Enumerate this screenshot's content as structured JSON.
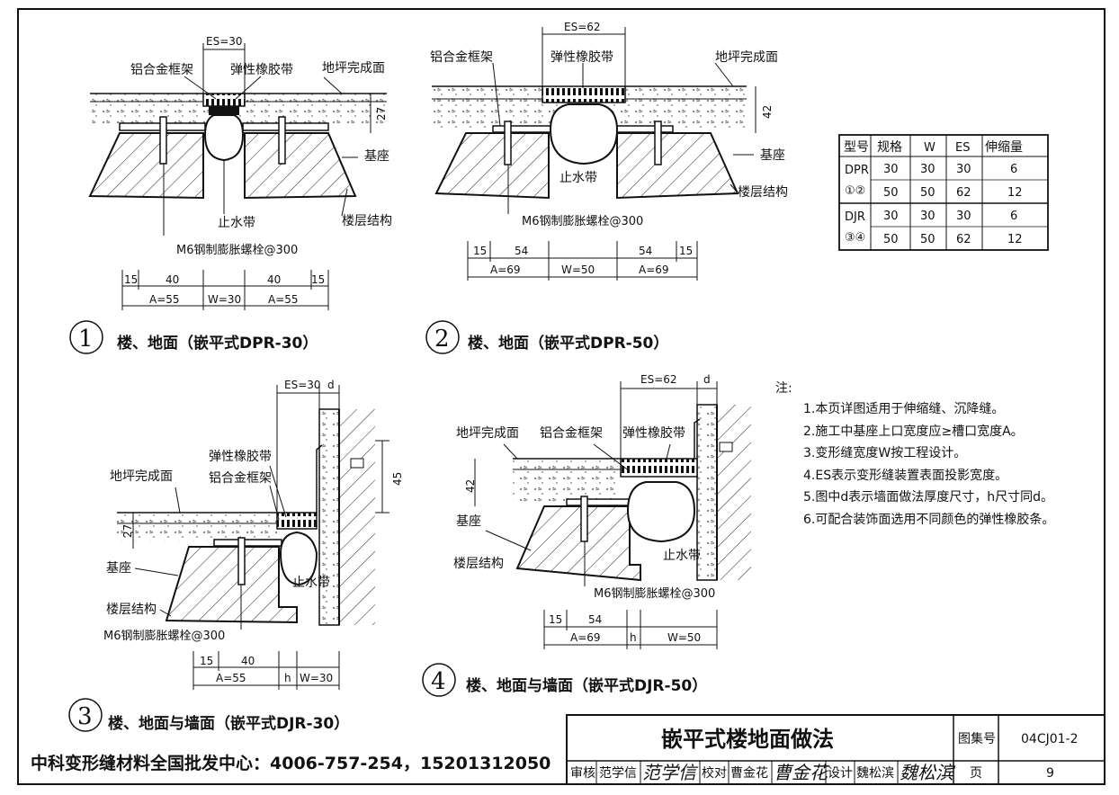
{
  "detail1": {
    "es": "ES=30",
    "frame": "铝合金框架",
    "rubber": "弹性橡胶带",
    "floor_finish": "地坪完成面",
    "depth": "27",
    "base": "基座",
    "waterstop": "止水带",
    "structure": "楼层结构",
    "bolt": "M6钢制膨胀螺栓@300",
    "dims": [
      "15",
      "40",
      "A=55",
      "W=30",
      "40",
      "A=55",
      "15"
    ],
    "number": "1",
    "caption": "楼、地面（嵌平式DPR-30）"
  },
  "detail2": {
    "es": "ES=62",
    "frame": "铝合金框架",
    "rubber": "弹性橡胶带",
    "floor_finish": "地坪完成面",
    "depth": "42",
    "base": "基座",
    "waterstop": "止水带",
    "structure": "楼层结构",
    "bolt": "M6钢制膨胀螺栓@300",
    "dims": [
      "15",
      "54",
      "A=69",
      "W=50",
      "54",
      "A=69",
      "15"
    ],
    "number": "2",
    "caption": "楼、地面（嵌平式DPR-50）"
  },
  "detail3": {
    "es": "ES=30",
    "d": "d",
    "rubber": "弹性橡胶带",
    "frame": "铝合金框架",
    "floor_finish": "地坪完成面",
    "depth": "27",
    "wall_height": "45",
    "base": "基座",
    "waterstop": "止水带",
    "structure": "楼层结构",
    "bolt": "M6钢制膨胀螺栓@300",
    "dims": [
      "15",
      "40",
      "A=55",
      "h",
      "W=30"
    ],
    "number": "3",
    "caption": "楼、地面与墙面（嵌平式DJR-30）"
  },
  "detail4": {
    "es": "ES=62",
    "d": "d",
    "floor_finish": "地坪完成面",
    "frame": "铝合金框架",
    "rubber": "弹性橡胶带",
    "depth": "42",
    "base": "基座",
    "structure": "楼层结构",
    "waterstop": "止水带",
    "bolt": "M6钢制膨胀螺栓@300",
    "dims": [
      "15",
      "54",
      "A=69",
      "h",
      "W=50"
    ],
    "number": "4",
    "caption": "楼、地面与墙面（嵌平式DJR-50）"
  },
  "table": {
    "headers": [
      "型号",
      "规格",
      "W",
      "ES",
      "伸缩量"
    ],
    "groups": [
      {
        "model": "DPR",
        "refs": "①②",
        "rows": [
          [
            "30",
            "30",
            "30",
            "6"
          ],
          [
            "50",
            "50",
            "62",
            "12"
          ]
        ]
      },
      {
        "model": "DJR",
        "refs": "③④",
        "rows": [
          [
            "30",
            "30",
            "30",
            "6"
          ],
          [
            "50",
            "50",
            "62",
            "12"
          ]
        ]
      }
    ]
  },
  "notes": {
    "title": "注:",
    "items": [
      "1.本页详图适用于伸缩缝、沉降缝。",
      "2.施工中基座上口宽度应≥槽口宽度A。",
      "3.变形缝宽度W按工程设计。",
      "4.ES表示变形缝装置表面投影宽度。",
      "5.图中d表示墙面做法厚度尺寸，h尺寸同d。",
      "6.可配合装饰面选用不同颜色的弹性橡胶条。"
    ]
  },
  "title_block": {
    "title": "嵌平式楼地面做法",
    "atlas_label": "图集号",
    "atlas_no": "04CJ01-2",
    "review_label": "审核",
    "reviewer": "范学信",
    "review_sig": "范学信",
    "check_label": "校对",
    "checker": "曹金花",
    "check_sig": "曹金花",
    "design_label": "设计",
    "designer": "魏松滨",
    "design_sig": "魏松滨",
    "page_label": "页",
    "page_no": "9"
  },
  "footer": "中科变形缝材料全国批发中心：4006-757-254，15201312050"
}
